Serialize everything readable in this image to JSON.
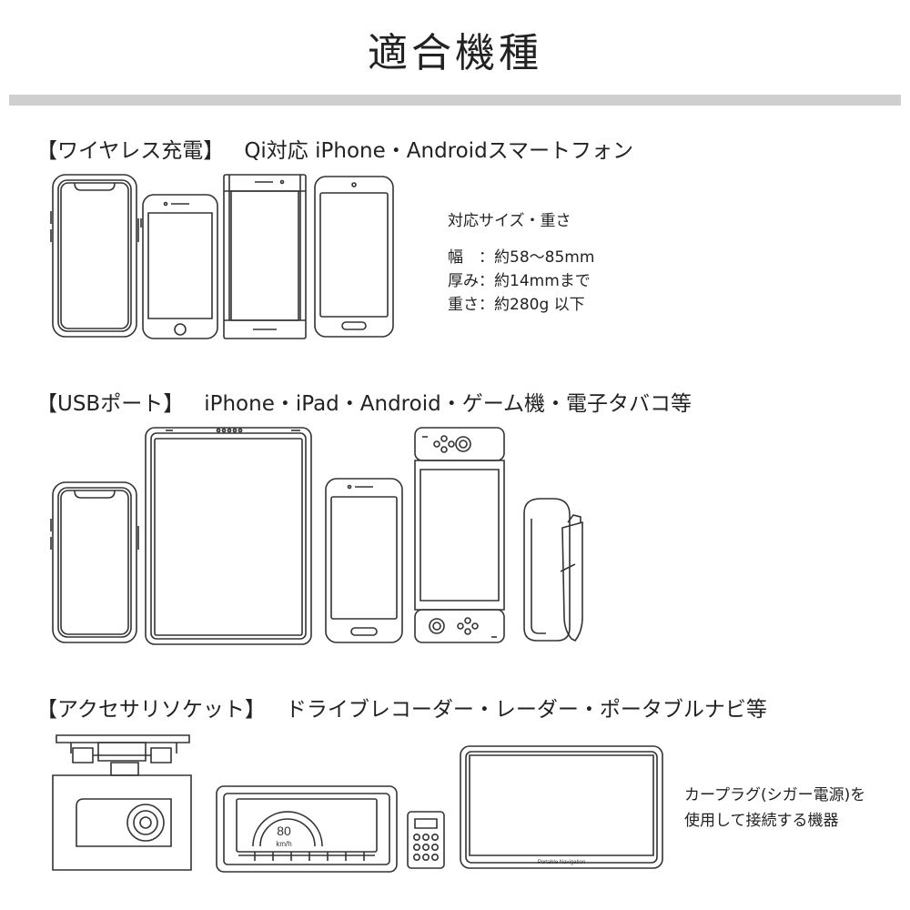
{
  "title": "適合機種",
  "sections": [
    {
      "label": "【ワイヤレス充電】",
      "description": "Qi対応 iPhone・Androidスマートフォン",
      "spec": {
        "heading": "対応サイズ・重さ",
        "rows": [
          "幅　：約58〜85mm",
          "厚み：約14mmまで",
          "重さ：約280g 以下"
        ]
      }
    },
    {
      "label": "【USBポート】",
      "description": "iPhone・iPad・Android・ゲーム機・電子タバコ等"
    },
    {
      "label": "【アクセサリソケット】",
      "description": "ドライブレコーダー・レーダー・ポータブルナビ等",
      "note": [
        "カープラグ(シガー電源)を",
        "使用して接続する機器"
      ]
    }
  ],
  "illustrations": {
    "radar_speed": "80",
    "radar_unit": "km/h",
    "navi_label": "Portable Navigation"
  },
  "colors": {
    "line": "#333333",
    "rule": "#cfcfcf",
    "text": "#222222"
  }
}
